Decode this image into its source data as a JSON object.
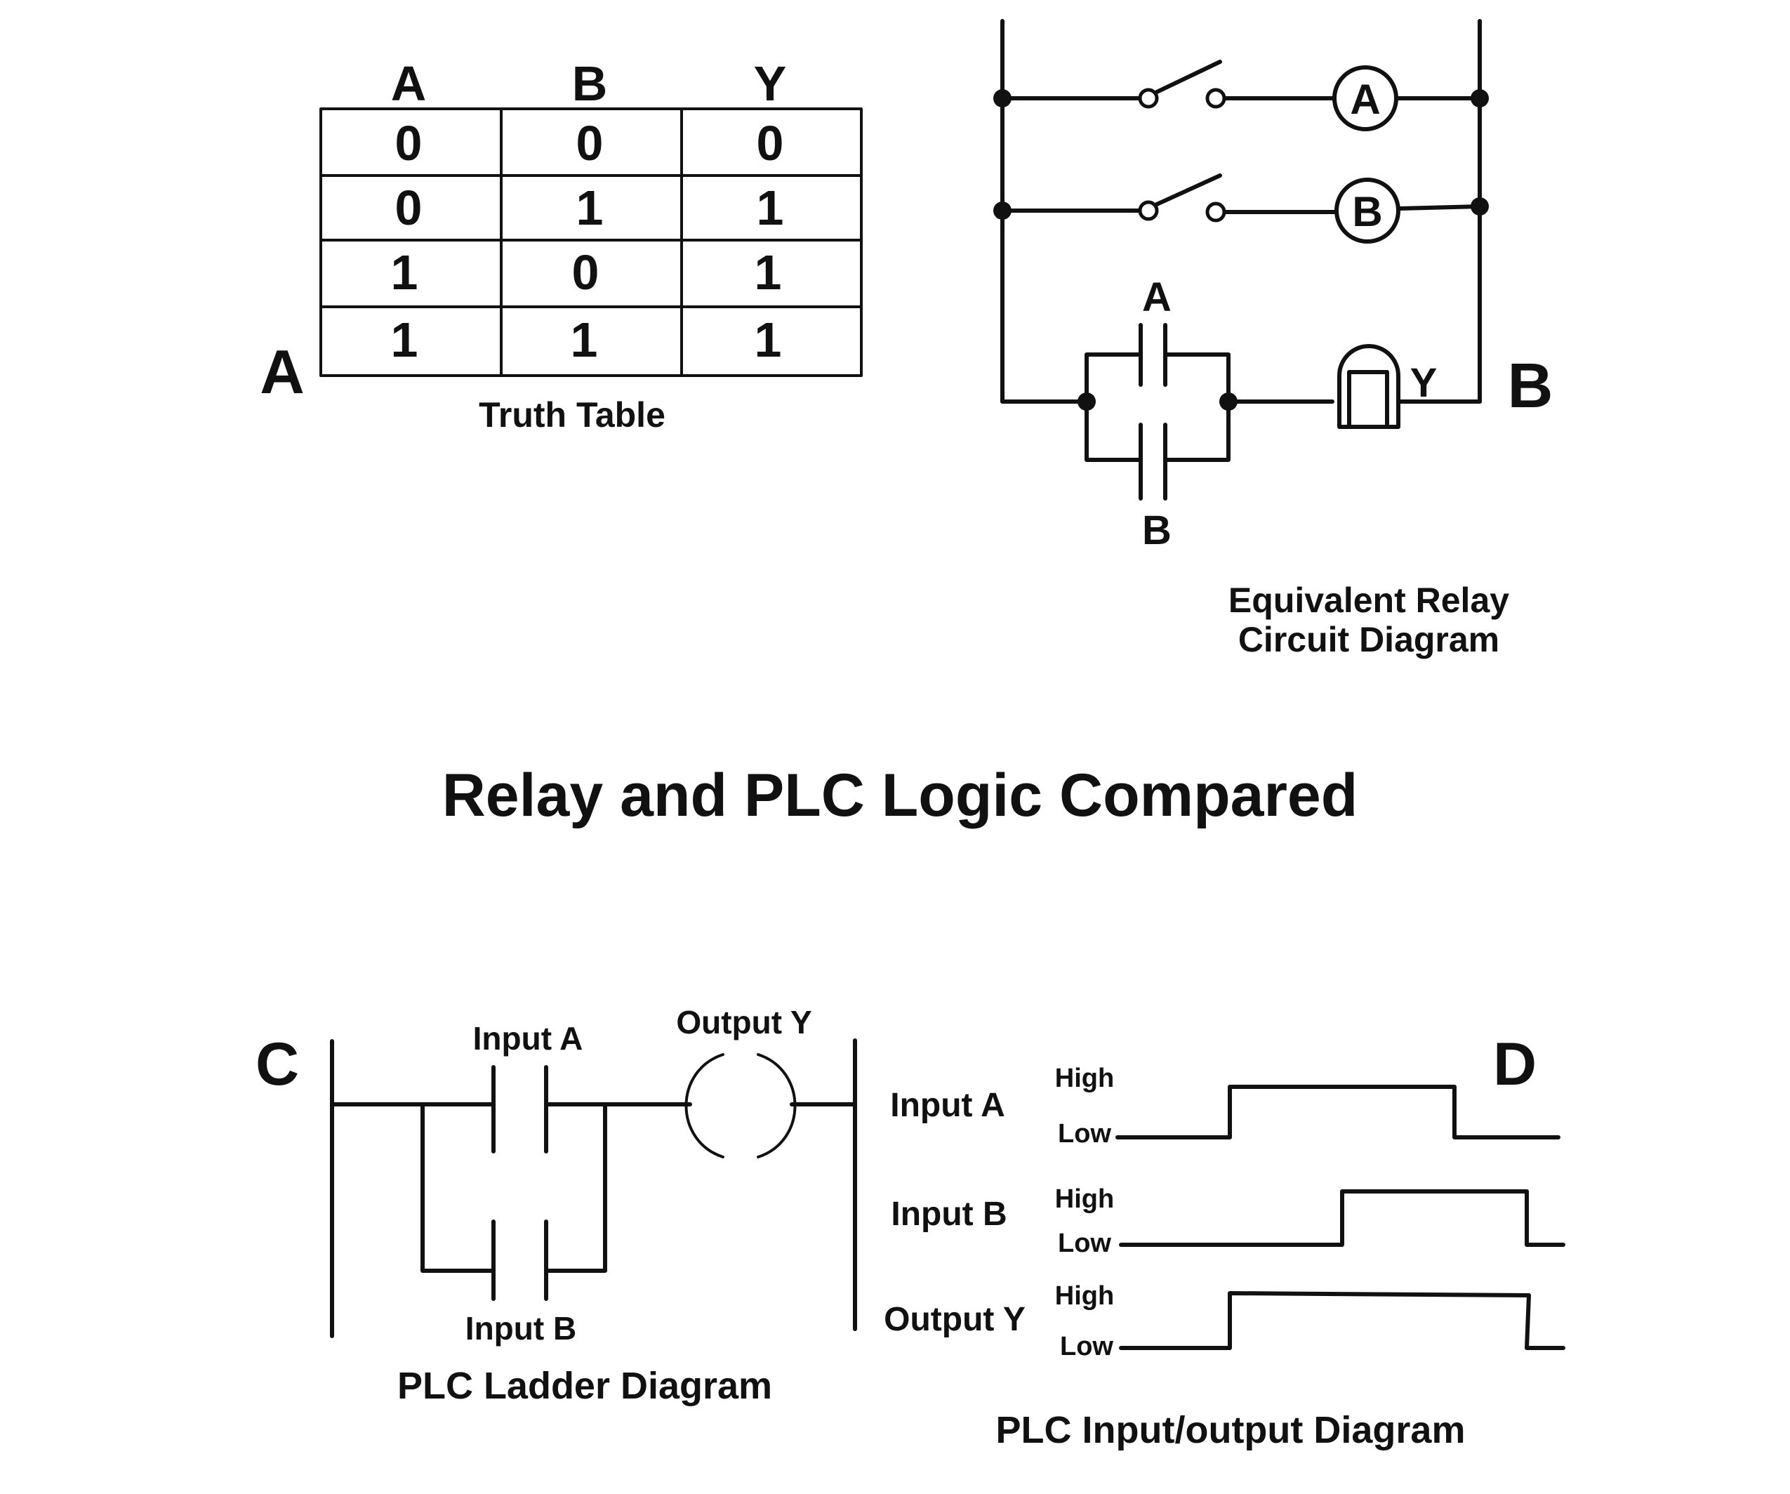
{
  "title": "Relay and PLC Logic Compared",
  "panel_a": {
    "letter": "A",
    "caption": "Truth Table",
    "headers": [
      "A",
      "B",
      "Y"
    ],
    "rows": [
      [
        "0",
        "0",
        "0"
      ],
      [
        "0",
        "1",
        "1"
      ],
      [
        "1",
        "0",
        "1"
      ],
      [
        "1",
        "1",
        "1"
      ]
    ]
  },
  "panel_b": {
    "letter": "B",
    "caption_line1": "Equivalent Relay",
    "caption_line2": "Circuit Diagram",
    "coil_a": "A",
    "coil_b": "B",
    "contact_a": "A",
    "contact_b": "B",
    "lamp": "Y"
  },
  "panel_c": {
    "letter": "C",
    "caption": "PLC Ladder Diagram",
    "input_a": "Input A",
    "input_b": "Input B",
    "output_y": "Output Y"
  },
  "panel_d": {
    "letter": "D",
    "caption": "PLC Input/output Diagram",
    "signals": [
      {
        "name": "Input A",
        "high": "High",
        "low": "Low"
      },
      {
        "name": "Input B",
        "high": "High",
        "low": "Low"
      },
      {
        "name": "Output Y",
        "high": "High",
        "low": "Low"
      }
    ]
  }
}
